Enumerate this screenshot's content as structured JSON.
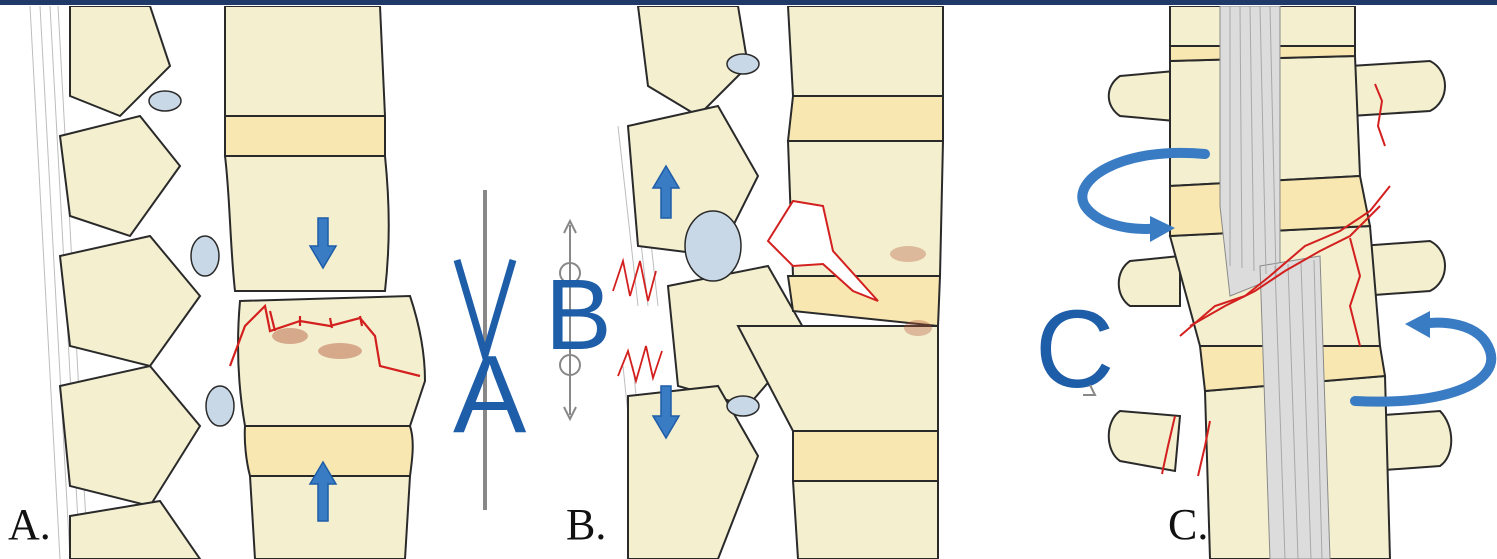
{
  "figure": {
    "panels": [
      {
        "label": "A.",
        "mechanism_symbol": "A"
      },
      {
        "label": "B.",
        "mechanism_symbol": "B"
      },
      {
        "label": "C.",
        "mechanism_symbol": "C"
      }
    ]
  },
  "colors": {
    "bone": "#f3efcf",
    "bone_shade": "#e4dcae",
    "disc": "#f8e7b0",
    "outline": "#2a2a2a",
    "fracture": "#d3201f",
    "bruise": "#b5553b",
    "arrow_blue": "#3a7cc4",
    "symbol_blue": "#1e5da8",
    "ligament": "#dcdcdc",
    "cartilage": "#c9d8e6",
    "top_bar": "#1f3a68"
  }
}
